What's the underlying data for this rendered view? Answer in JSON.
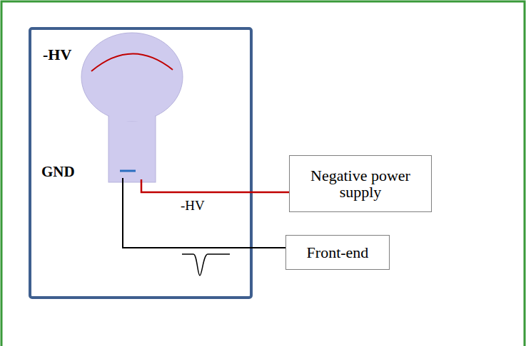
{
  "diagram": {
    "nodes": [
      {
        "text": [
          "Negative power supply"
        ]
      },
      {
        "text": [
          "Front-end"
        ]
      }
    ],
    "labels": [
      "-HV",
      "GND",
      "-HV"
    ]
  }
}
